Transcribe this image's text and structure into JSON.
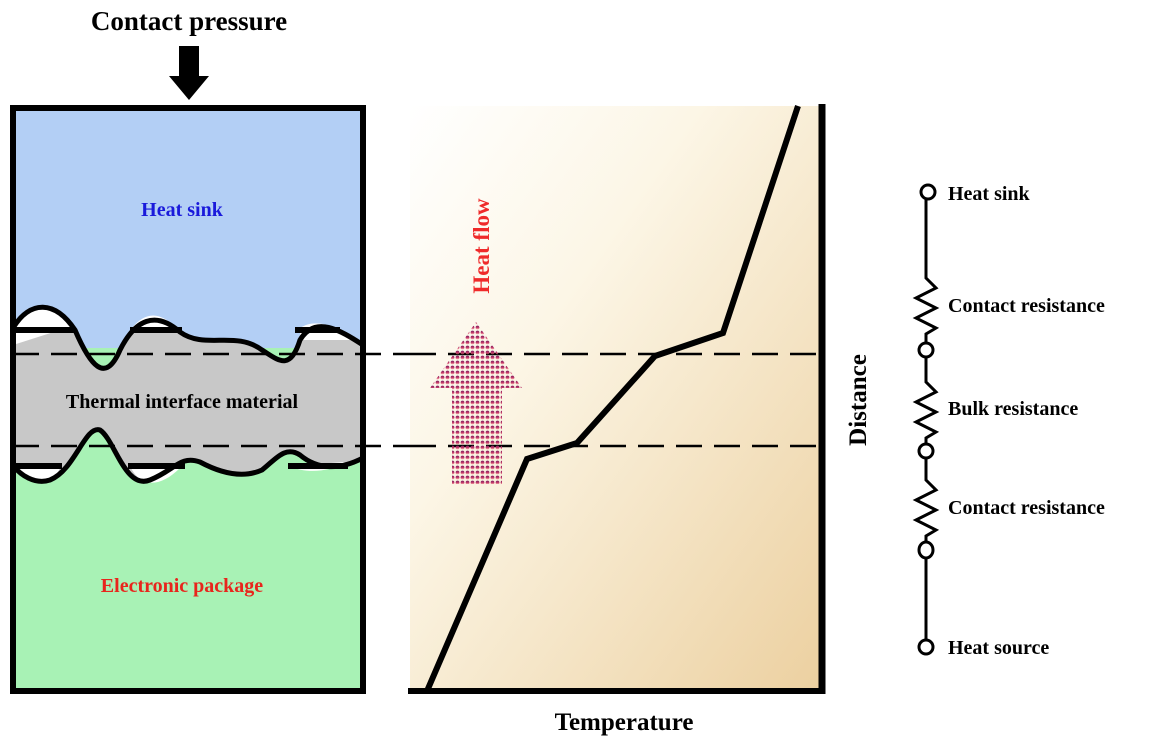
{
  "top_label": "Contact pressure",
  "stack": {
    "heat_sink": "Heat sink",
    "tim": "Thermal interface material",
    "package": "Electronic package"
  },
  "heat_flow_label": "Heat flow",
  "plot": {
    "xlabel": "Temperature",
    "ylabel": "Distance"
  },
  "circuit": {
    "labels": [
      "Heat sink",
      "Contact resistance",
      "Bulk resistance",
      "Contact resistance",
      "Heat source"
    ]
  },
  "colors": {
    "heat_sink_fill": "#b3cff5",
    "tim_fill": "#c8c8c8",
    "package_fill": "#a8f2b5",
    "heat_sink_text": "#1a1adb",
    "package_text": "#e8251c",
    "heat_flow_text": "#ef2a2a",
    "arrow_top": "#7b1a5e",
    "arrow_bottom": "#e0405a",
    "plot_light": "#fdfbf3",
    "plot_dark": "#efd4a0"
  }
}
